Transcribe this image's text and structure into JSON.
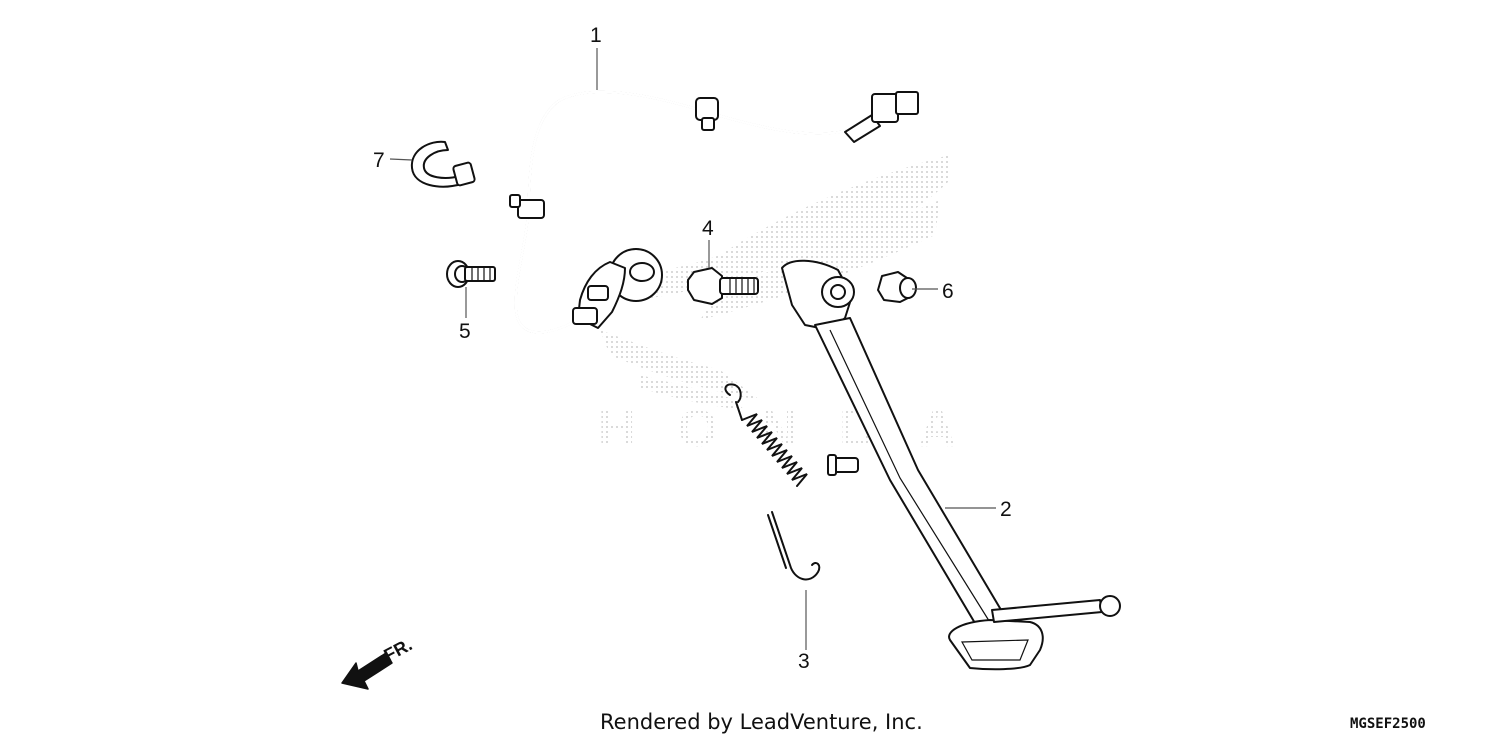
{
  "diagram": {
    "watermark_text": "HONDA",
    "callouts": [
      {
        "id": "1",
        "label": "1"
      },
      {
        "id": "2",
        "label": "2"
      },
      {
        "id": "3",
        "label": "3"
      },
      {
        "id": "4",
        "label": "4"
      },
      {
        "id": "5",
        "label": "5"
      },
      {
        "id": "6",
        "label": "6"
      },
      {
        "id": "7",
        "label": "7"
      }
    ],
    "direction_indicator": {
      "label": "FR.",
      "icon": "arrow-down-left-icon"
    }
  },
  "footer": {
    "credit": "Rendered by LeadVenture, Inc.",
    "diagram_code": "MGSEF2500"
  },
  "colors": {
    "line": "#111111",
    "watermark": "#c8c8c8",
    "background": "#ffffff"
  }
}
